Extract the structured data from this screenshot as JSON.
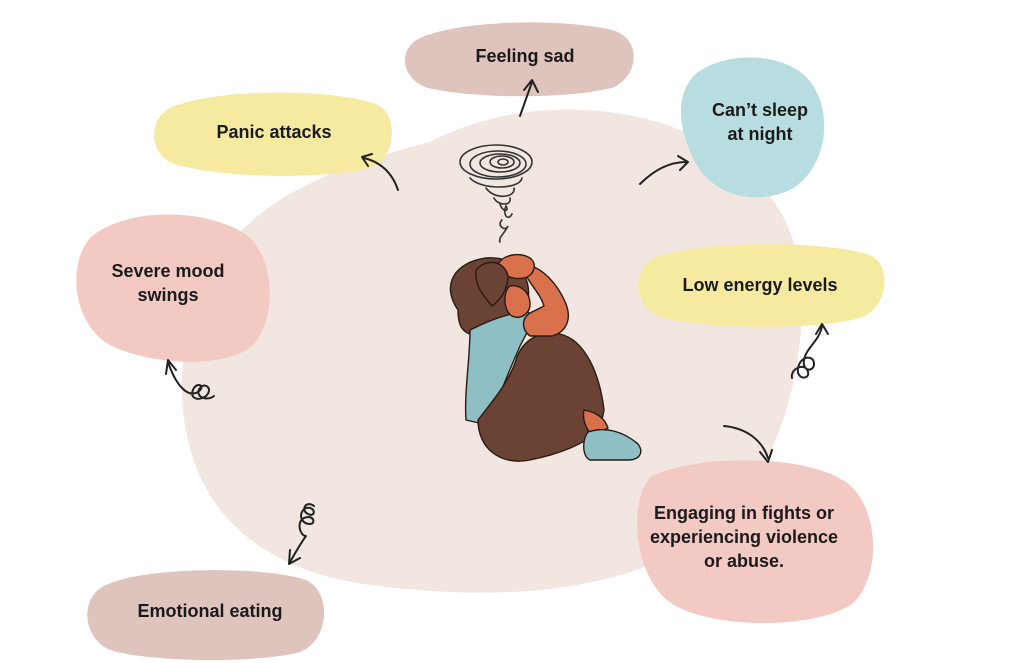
{
  "symptoms": {
    "feeling_sad": "Feeling sad",
    "cant_sleep": [
      "Can’t sleep",
      "at night"
    ],
    "panic_attacks": "Panic attacks",
    "low_energy": "Low energy levels",
    "mood_swings": [
      "Severe mood",
      "swings"
    ],
    "emotional_eating": "Emotional eating",
    "fights": [
      "Engaging in fights or",
      "experiencing violence",
      "or abuse."
    ]
  },
  "colors": {
    "background_blob": "#f1e6e0",
    "rose_blob": "#dfc3bd",
    "yellow_blob": "#f6eaa0",
    "blue_blob": "#b8dde0",
    "pink_blob": "#f3cac3",
    "figure_hair_pants": "#6b4334",
    "figure_skin": "#d9714d",
    "figure_shirt_shoes": "#8dbfc4"
  }
}
